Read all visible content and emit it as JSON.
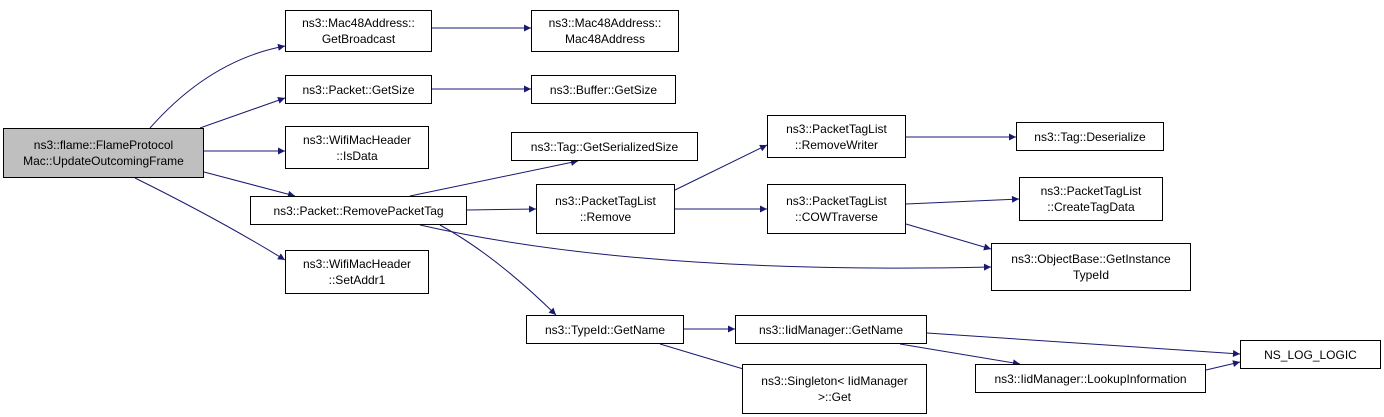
{
  "diagram": {
    "edge_color": "#191970",
    "root_fill": "#bfbfbf",
    "nodes": [
      {
        "id": "root",
        "lines": [
          "ns3::flame::FlameProtocol",
          "Mac::UpdateOutcomingFrame"
        ],
        "root": true
      },
      {
        "id": "mac48-getbroadcast",
        "lines": [
          "ns3::Mac48Address::",
          "GetBroadcast"
        ]
      },
      {
        "id": "mac48-ctor",
        "lines": [
          "ns3::Mac48Address::",
          "Mac48Address"
        ]
      },
      {
        "id": "packet-getsize",
        "lines": [
          "ns3::Packet::GetSize"
        ]
      },
      {
        "id": "buffer-getsize",
        "lines": [
          "ns3::Buffer::GetSize"
        ]
      },
      {
        "id": "wifi-isdata",
        "lines": [
          "ns3::WifiMacHeader",
          "::IsData"
        ]
      },
      {
        "id": "tag-getserializedsize",
        "lines": [
          "ns3::Tag::GetSerializedSize"
        ]
      },
      {
        "id": "ptl-removewriter",
        "lines": [
          "ns3::PacketTagList",
          "::RemoveWriter"
        ]
      },
      {
        "id": "tag-deserialize",
        "lines": [
          "ns3::Tag::Deserialize"
        ]
      },
      {
        "id": "packet-removepackettag",
        "lines": [
          "ns3::Packet::RemovePacketTag"
        ]
      },
      {
        "id": "ptl-remove",
        "lines": [
          "ns3::PacketTagList",
          "::Remove"
        ]
      },
      {
        "id": "ptl-cowtraverse",
        "lines": [
          "ns3::PacketTagList",
          "::COWTraverse"
        ]
      },
      {
        "id": "ptl-createtagdata",
        "lines": [
          "ns3::PacketTagList",
          "::CreateTagData"
        ]
      },
      {
        "id": "objectbase-getinstancetypeid",
        "lines": [
          "ns3::ObjectBase::GetInstance",
          "TypeId"
        ]
      },
      {
        "id": "wifi-setaddr1",
        "lines": [
          "ns3::WifiMacHeader",
          "::SetAddr1"
        ]
      },
      {
        "id": "typeid-getname",
        "lines": [
          "ns3::TypeId::GetName"
        ]
      },
      {
        "id": "iidmanager-getname",
        "lines": [
          "ns3::IidManager::GetName"
        ]
      },
      {
        "id": "ns-log-logic",
        "lines": [
          "NS_LOG_LOGIC"
        ]
      },
      {
        "id": "iidmanager-lookupinformation",
        "lines": [
          "ns3::IidManager::LookupInformation"
        ]
      },
      {
        "id": "singleton-get",
        "lines": [
          "ns3::Singleton< IidManager",
          ">::Get"
        ]
      }
    ],
    "edges": [
      [
        "root",
        "mac48-getbroadcast"
      ],
      [
        "root",
        "packet-getsize"
      ],
      [
        "root",
        "wifi-isdata"
      ],
      [
        "root",
        "packet-removepackettag"
      ],
      [
        "root",
        "wifi-setaddr1"
      ],
      [
        "mac48-getbroadcast",
        "mac48-ctor"
      ],
      [
        "packet-getsize",
        "buffer-getsize"
      ],
      [
        "packet-removepackettag",
        "tag-getserializedsize"
      ],
      [
        "packet-removepackettag",
        "ptl-remove"
      ],
      [
        "packet-removepackettag",
        "objectbase-getinstancetypeid"
      ],
      [
        "packet-removepackettag",
        "typeid-getname"
      ],
      [
        "ptl-remove",
        "ptl-removewriter"
      ],
      [
        "ptl-remove",
        "ptl-cowtraverse"
      ],
      [
        "ptl-removewriter",
        "tag-deserialize"
      ],
      [
        "ptl-cowtraverse",
        "ptl-createtagdata"
      ],
      [
        "ptl-cowtraverse",
        "objectbase-getinstancetypeid"
      ],
      [
        "typeid-getname",
        "iidmanager-getname"
      ],
      [
        "typeid-getname",
        "singleton-get"
      ],
      [
        "iidmanager-getname",
        "ns-log-logic"
      ],
      [
        "iidmanager-getname",
        "iidmanager-lookupinformation"
      ],
      [
        "iidmanager-lookupinformation",
        "ns-log-logic"
      ]
    ]
  }
}
